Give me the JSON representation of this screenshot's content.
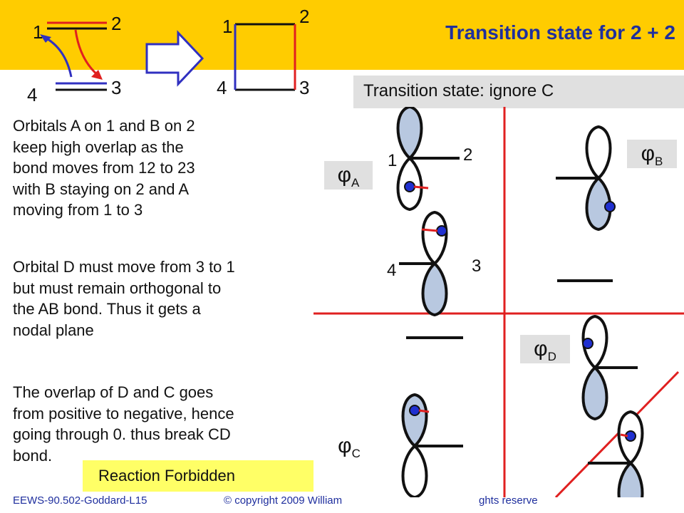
{
  "header": {
    "title": "Transition state for 2 + 2"
  },
  "reaction_scheme": {
    "left_labels": [
      "1",
      "2",
      "3",
      "4"
    ],
    "right_labels": [
      "1",
      "2",
      "3",
      "4"
    ]
  },
  "subtitle": "Transition state: ignore C",
  "paragraphs": [
    [
      "Orbitals A on 1 and B on 2",
      "keep high overlap as the",
      "bond  moves from 12 to 23",
      "with B staying on 2 and A",
      "moving from 1 to 3"
    ],
    [
      "Orbital D must move from 3 to 1",
      "but must remain orthogonal to",
      "the AB bond. Thus it gets a",
      "nodal plane"
    ],
    [
      "The overlap of D and C goes",
      "from positive to negative, hence",
      "going through 0. thus break CD",
      "bond."
    ]
  ],
  "orbital_labels": {
    "phi_A": {
      "symbol": "φ",
      "sub": "A"
    },
    "phi_B": {
      "symbol": "φ",
      "sub": "B"
    },
    "phi_C": {
      "symbol": "φ",
      "sub": "C"
    },
    "phi_D": {
      "symbol": "φ",
      "sub": "D"
    }
  },
  "atom_labels": [
    "1",
    "2",
    "3",
    "4"
  ],
  "status": "Reaction Forbidden",
  "footer": {
    "left": "EEWS-90.502-Goddard-L15",
    "center": "© copyright 2009 William",
    "right": "ghts reserve"
  },
  "colors": {
    "banner": "#ffcc00",
    "title": "#1f2f9e",
    "bond_red": "#e02020",
    "bond_blue": "#3030c0",
    "lobe_fill": "#b8c8e0",
    "highlight": "#ffff66",
    "panel": "#e0e0e0"
  }
}
